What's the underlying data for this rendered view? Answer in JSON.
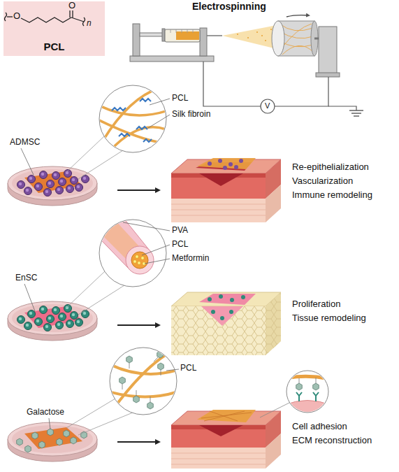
{
  "diagram": {
    "nodes": [
      {
        "text": [
          "PCL"
        ]
      }
    ],
    "labels": [
      "O",
      "O",
      "n",
      "Electrospinning",
      "V",
      "PCL",
      "Silk fibroin",
      "ADMSC",
      "Re-epithelialization",
      "Vascularization",
      "Immune remodeling",
      "PVA",
      "PCL",
      "Metformin",
      "EnSC",
      "Proliferation",
      "Tissue remodeling",
      "PCL",
      "Galactose",
      "Cell adhesion",
      "ECM reconstruction"
    ]
  }
}
